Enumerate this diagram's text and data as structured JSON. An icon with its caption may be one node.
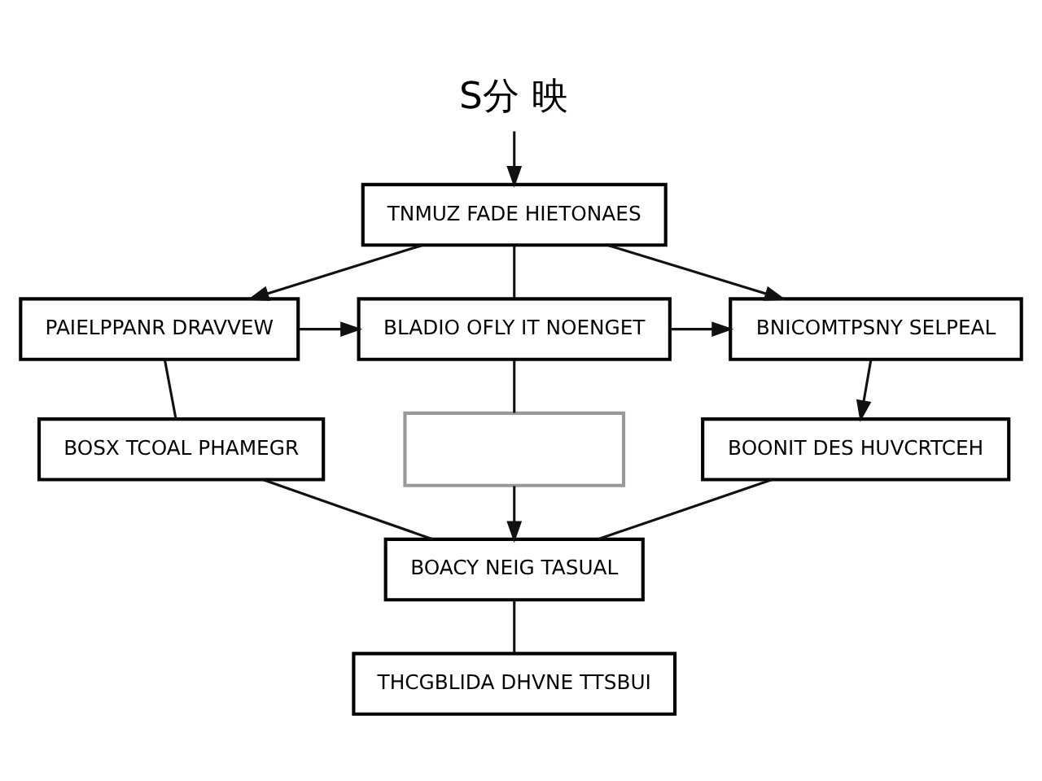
{
  "diagram": {
    "nodes": [
      {
        "text": [
          "S分 映"
        ]
      },
      {
        "text": [
          "TNMUZ FADE HIETONAES"
        ]
      },
      {
        "text": [
          "PAIELPPANR DRAVVEW"
        ]
      },
      {
        "text": [
          "BLADIO OFLY IT NOENGET"
        ]
      },
      {
        "text": [
          "BNICOMTPSNY SELPEAL"
        ]
      },
      {
        "text": [],
        "shape": "box"
      },
      {
        "text": [
          "BOSX TCOAL PHAMEGR"
        ]
      },
      {
        "text": [
          "BOONIT DES HUVCRTCEH"
        ]
      },
      {
        "text": [
          "BOACY NEIG TASUAL"
        ]
      },
      {
        "text": [
          "THCGBLIDA DHVNE TTSBUI"
        ]
      }
    ],
    "edges": [
      {
        "from": 0,
        "to": 1,
        "arrow": "to"
      },
      {
        "from": 1,
        "to": 2,
        "arrow": "to"
      },
      {
        "from": 1,
        "to": 3,
        "arrow": "none"
      },
      {
        "from": 1,
        "to": 4,
        "arrow": "to"
      },
      {
        "from": 2,
        "to": 3,
        "arrow": "to"
      },
      {
        "from": 3,
        "to": 4,
        "arrow": "to"
      },
      {
        "from": 2,
        "to": 6,
        "arrow": "none"
      },
      {
        "from": 3,
        "to": 5,
        "arrow": "none"
      },
      {
        "from": 4,
        "to": 7,
        "arrow": "to"
      },
      {
        "from": 5,
        "to": 8,
        "arrow": "to"
      },
      {
        "from": 6,
        "to": 8,
        "arrow": "none"
      },
      {
        "from": 7,
        "to": 8,
        "arrow": "none"
      },
      {
        "from": 8,
        "to": 9,
        "arrow": "none"
      }
    ]
  }
}
